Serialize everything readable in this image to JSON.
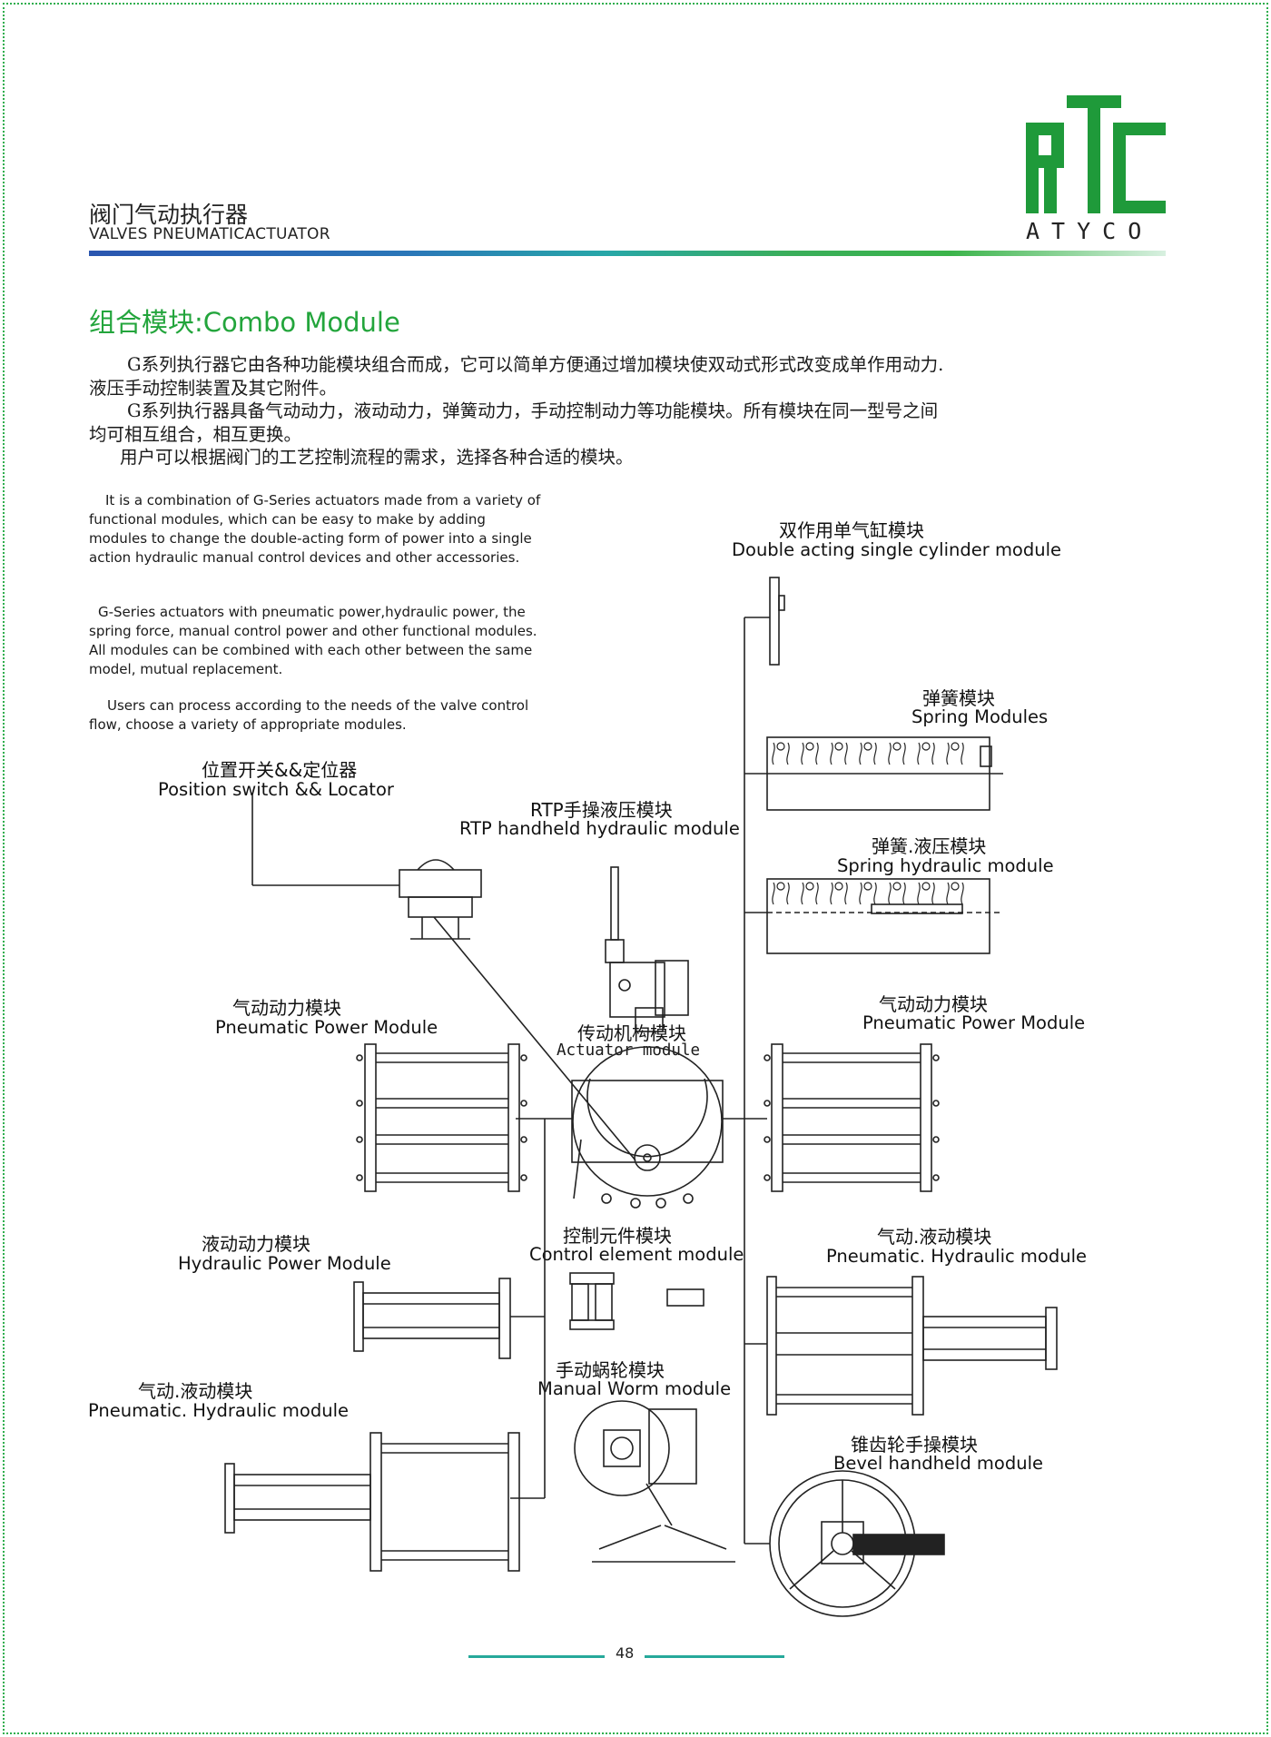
{
  "header": {
    "title_cn": "阀门气动执行器",
    "title_en": "VALVES PNEUMATICACTUATOR",
    "logo_text": "RTC",
    "logo_subtitle": "ATYCO"
  },
  "section": {
    "title": "组合模块:Combo Module"
  },
  "intro_cn": [
    "G系列执行器它由各种功能模块组合而成，它可以简单方便通过增加模块使双动式形式改变成单作用动力.",
    "液压手动控制装置及其它附件。",
    "G系列执行器具备气动动力，液动动力，弹簧动力，手动控制动力等功能模块。所有模块在同一型号之间",
    "均可相互组合，相互更换。",
    "用户可以根据阀门的工艺控制流程的需求，选择各种合适的模块。"
  ],
  "intro_en": [
    "It is a combination of G-Series actuators made from a variety of functional modules, which can be easy to make by adding modules to change the double-acting form of power into a single action hydraulic manual control devices and other accessories.",
    "G-Series actuators with pneumatic power,hydraulic power, the spring force, manual control power and other functional modules. All modules can be combined with each other between the same model, mutual replacement.",
    "Users can process according to the needs of the valve control flow, choose a variety of appropriate modules."
  ],
  "modules": {
    "double_acting": {
      "cn": "双作用单气缸模块",
      "en": "Double acting single cylinder module"
    },
    "spring": {
      "cn": "弹簧模块",
      "en": "Spring Modules"
    },
    "spring_hydraulic": {
      "cn": "弹簧.液压模块",
      "en": "Spring hydraulic module"
    },
    "pneumatic_power_right": {
      "cn": "气动动力模块",
      "en": "Pneumatic Power Module"
    },
    "pneumatic_hydraulic_right": {
      "cn": "气动.液动模块",
      "en": "Pneumatic. Hydraulic module"
    },
    "bevel": {
      "cn": "锥齿轮手操模块",
      "en": "Bevel handheld module"
    },
    "position_switch": {
      "cn": "位置开关&&定位器",
      "en": "Position switch && Locator"
    },
    "rtp": {
      "cn": "RTP手操液压模块",
      "en": "RTP handheld hydraulic module"
    },
    "actuator": {
      "cn": "传动机构模块",
      "en": "Actuator module"
    },
    "pneumatic_power_left": {
      "cn": "气动动力模块",
      "en": "Pneumatic Power Module"
    },
    "hydraulic_power": {
      "cn": "液动动力模块",
      "en": "Hydraulic Power Module"
    },
    "control_element": {
      "cn": "控制元件模块",
      "en": "Control element module"
    },
    "manual_worm": {
      "cn": "手动蜗轮模块",
      "en": "Manual Worm module"
    },
    "pneumatic_hydraulic_left": {
      "cn": "气动.液动模块",
      "en": "Pneumatic. Hydraulic module"
    }
  },
  "footer": {
    "page_number": "48"
  },
  "colors": {
    "brand_green": "#1f9a3a",
    "title_green": "#23a53c",
    "frame_dots": "#2fae4e",
    "footer_line": "#26a99a"
  }
}
